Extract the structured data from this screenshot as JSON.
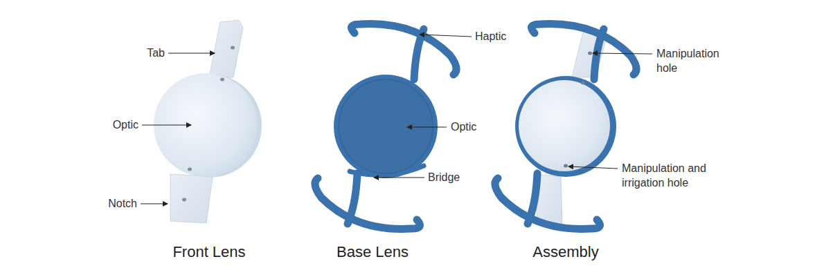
{
  "diagram": {
    "labels": [
      "Tab",
      "Optic",
      "Notch",
      "Front Lens",
      "Haptic",
      "Optic",
      "Bridge",
      "Base Lens",
      "Manipulation hole",
      "Manipulation and irrigation hole",
      "Assembly"
    ]
  }
}
